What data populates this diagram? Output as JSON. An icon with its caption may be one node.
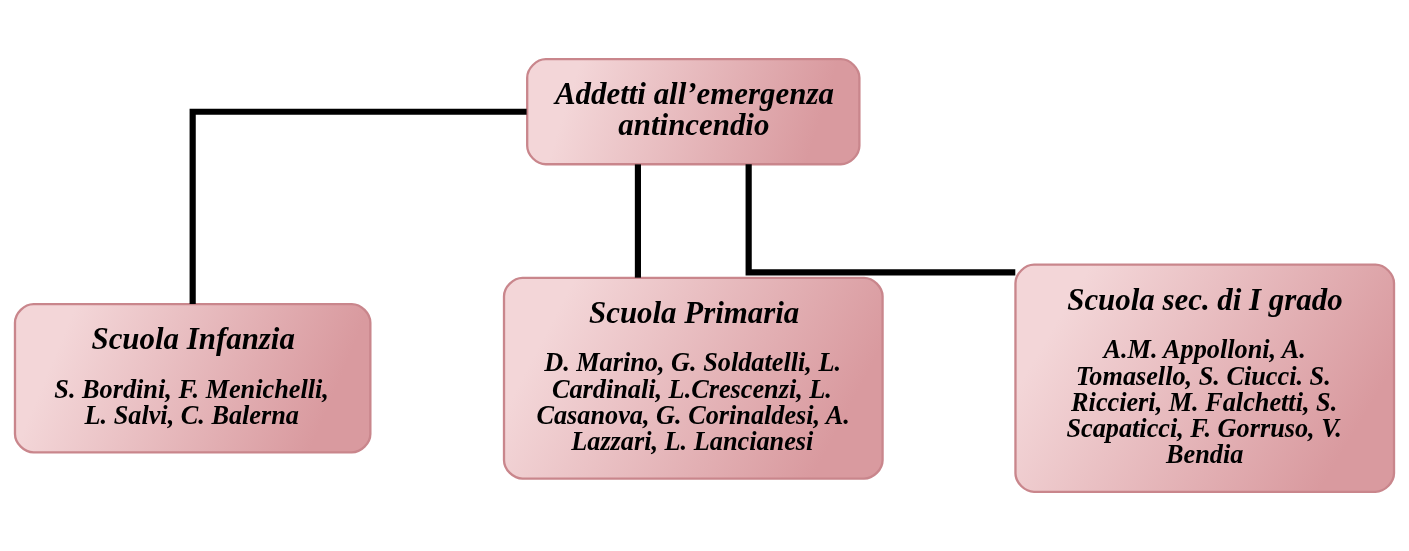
{
  "diagram": {
    "nodes": [
      {
        "text": [
          "Addetti all’emergenza antincendio"
        ]
      },
      {
        "text": [
          "Scuola Infanzia",
          "S. Bordini, F. Menichelli, L. Salvi, C. Balerna"
        ]
      },
      {
        "text": [
          "Scuola Primaria",
          "D. Marino, G. Soldatelli, L. Cardinali, L.Crescenzi, L. Casanova, G. Corinaldesi, A. Lazzari, L. Lancianesi"
        ]
      },
      {
        "text": [
          "Scuola sec. di I grado",
          "A.M. Appolloni, A. Tomasello, S. Ciucci. S. Riccieri, M. Falchetti, S. Scapaticci, F. Gorruso, V. Bendia"
        ]
      }
    ],
    "edges": [
      {
        "from": 0,
        "to": 1,
        "arrow": "none"
      },
      {
        "from": 0,
        "to": 2,
        "arrow": "none"
      },
      {
        "from": 0,
        "to": 3,
        "arrow": "none"
      }
    ]
  }
}
